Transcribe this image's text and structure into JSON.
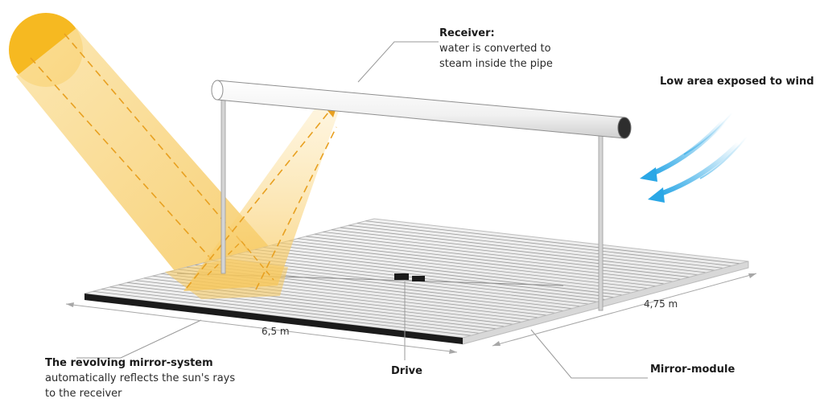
{
  "labels": {
    "receiver": {
      "title": "Receiver:",
      "line1": "water is converted to",
      "line2": "steam inside the pipe"
    },
    "wind": {
      "title": "Low area exposed to wind"
    },
    "mirror_system": {
      "title": "The revolving mirror-system",
      "line1": "automatically reflects the sun's rays",
      "line2": "to the receiver"
    },
    "drive": {
      "title": "Drive"
    },
    "mirror_module": {
      "title": "Mirror-module"
    }
  },
  "dimensions": {
    "length": "6,5 m",
    "width": "4,75 m"
  },
  "colors": {
    "sun": "#f6b921",
    "beam": "#f9d27a",
    "beam_dash": "#e8a020",
    "wind_arrow": "#2aa7e6",
    "mirror_lines": "#9a9a9a",
    "edge": "#1b1b1b"
  }
}
